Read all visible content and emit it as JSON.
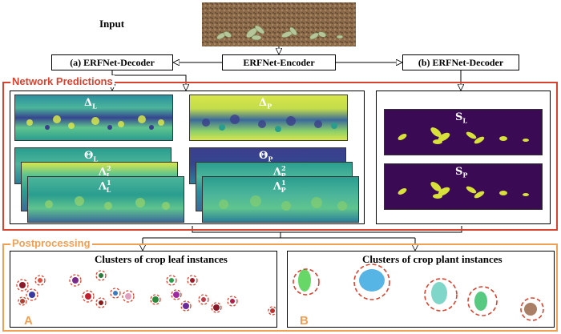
{
  "input_label": "Input",
  "encoder_label": "ERFNet-Encoder",
  "decoder_a_label": "(a) ERFNet-Decoder",
  "decoder_b_label": "(b) ERFNet-Decoder",
  "network_predictions_title": "Network Predictions",
  "postprocessing_title": "Postprocessing",
  "maps": {
    "delta_l": {
      "base": "Δ",
      "sub": "L",
      "sup": ""
    },
    "delta_p": {
      "base": "Δ",
      "sub": "P",
      "sup": ""
    },
    "theta_l": {
      "base": "Θ",
      "sub": "L",
      "sup": ""
    },
    "theta_p": {
      "base": "Θ",
      "sub": "P",
      "sup": ""
    },
    "lambda2_l": {
      "base": "Λ",
      "sub": "L",
      "sup": "2"
    },
    "lambda2_p": {
      "base": "Λ",
      "sub": "P",
      "sup": "2"
    },
    "lambda1_l": {
      "base": "Λ",
      "sub": "L",
      "sup": "1"
    },
    "lambda1_p": {
      "base": "Λ",
      "sub": "P",
      "sup": "1"
    },
    "s_l": {
      "base": "S",
      "sub": "L",
      "sup": ""
    },
    "s_p": {
      "base": "S",
      "sub": "P",
      "sup": ""
    }
  },
  "leaf_clusters_title": "Clusters of crop leaf instances",
  "plant_clusters_title": "Clusters of crop plant instances",
  "corner_a": "A",
  "corner_b": "B",
  "colors": {
    "red": "#d8432f",
    "orange": "#f0a055",
    "soil": "#7a5c3e",
    "map_dark": "#3b3f8c",
    "map_mid": "#2a9d8f",
    "map_light": "#d8e64a",
    "seg_bg": "#3b0a55",
    "seg_plant": "#d7e13a"
  }
}
